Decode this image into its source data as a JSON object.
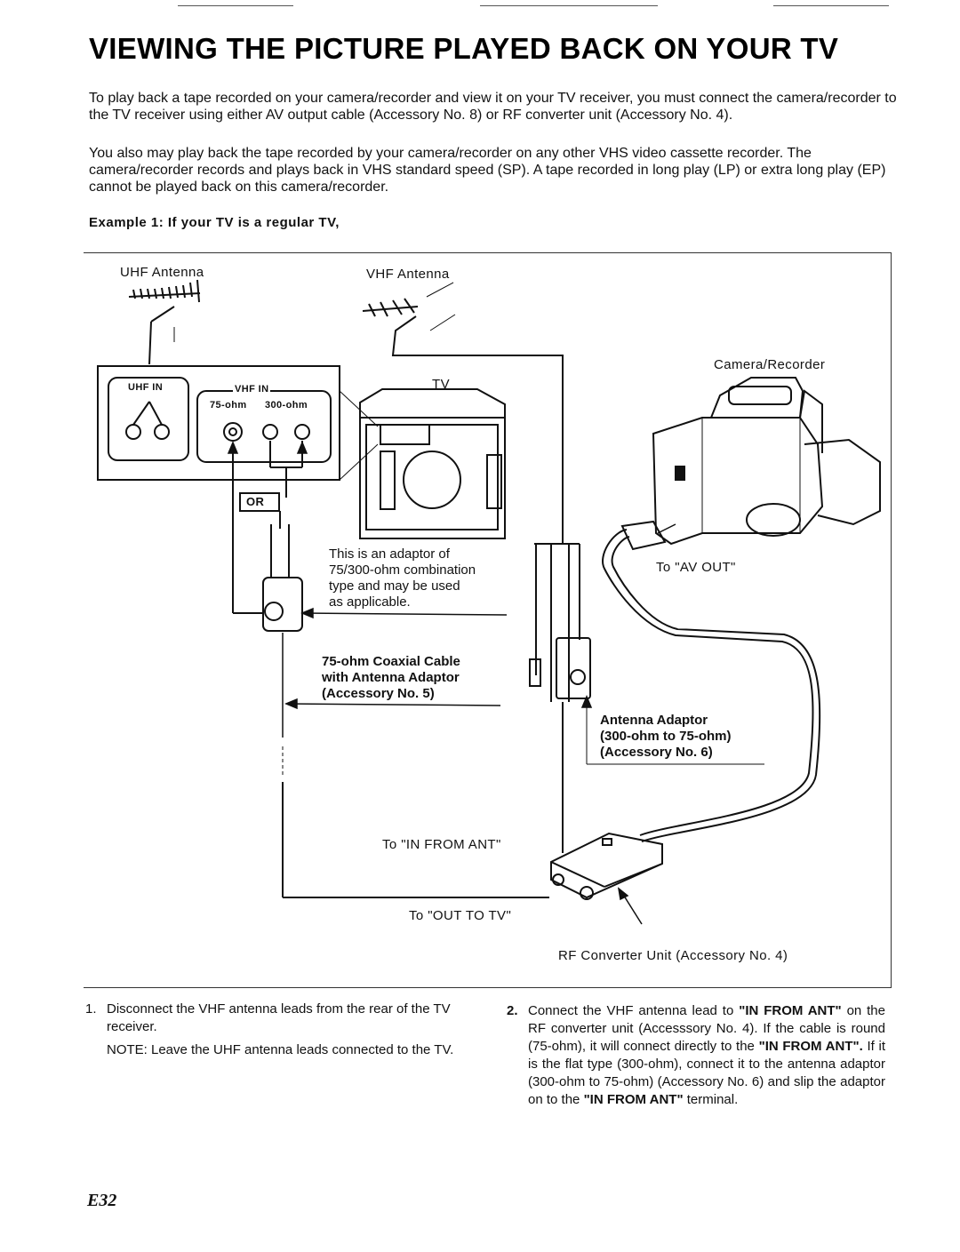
{
  "page": {
    "title": "VIEWING THE PICTURE PLAYED BACK ON YOUR TV",
    "intro_1": "To play back a tape recorded on your camera/recorder and view it on your TV receiver, you must connect the camera/recorder to the TV receiver using either AV output cable (Accessory No. 8) or RF converter unit (Accessory No. 4).",
    "intro_2": "You also may play back the tape recorded by your camera/recorder on any other VHS video cassette recorder. The camera/recorder records and plays back in VHS standard speed (SP). A tape recorded in long play (LP) or extra long play (EP) cannot be played back on this camera/recorder.",
    "example_heading": "Example 1: If your TV is a regular TV,",
    "page_number": "E32"
  },
  "diagram": {
    "uhf_antenna": "UHF Antenna",
    "vhf_antenna": "VHF Antenna",
    "tv": "TV",
    "camera_recorder": "Camera/Recorder",
    "uhf_in": "UHF IN",
    "vhf_in": "VHF IN",
    "ohm_75": "75-ohm",
    "ohm_300": "300-ohm",
    "or": "OR",
    "adaptor_note": [
      "This is an adaptor of",
      "75/300-ohm combination",
      "type and may be used",
      "as applicable."
    ],
    "coaxial_cable": [
      "75-ohm Coaxial Cable",
      "with Antenna Adaptor",
      "(Accessory No. 5)"
    ],
    "antenna_adaptor": [
      "Antenna Adaptor",
      "(300-ohm to 75-ohm)",
      "(Accessory No. 6)"
    ],
    "to_av_out": "To \"AV OUT\"",
    "to_in_from_ant": "To \"IN FROM ANT\"",
    "to_out_to_tv": "To \"OUT TO TV\"",
    "rf_converter": "RF Converter Unit (Accessory No. 4)"
  },
  "steps": {
    "step1_num": "1.",
    "step1_text": "Disconnect the VHF antenna leads from the rear of the TV receiver.",
    "step1_note": "NOTE: Leave the UHF antenna leads connected to the TV.",
    "step2_num": "2.",
    "step2_text_a": "Connect the VHF antenna lead to",
    "step2_term_1": "\"IN FROM ANT\"",
    "step2_text_b": "on the RF converter unit (Accesssory No. 4). If the cable is round (75-ohm), it will connect directly to the",
    "step2_term_2": "\"IN FROM ANT\".",
    "step2_text_c": "If it is the flat type (300-ohm), connect it to the antenna adaptor (300-ohm to 75-ohm) (Accessory No. 6) and slip the adaptor on to the",
    "step2_term_3": "\"IN FROM ANT\"",
    "step2_text_d": "terminal."
  }
}
